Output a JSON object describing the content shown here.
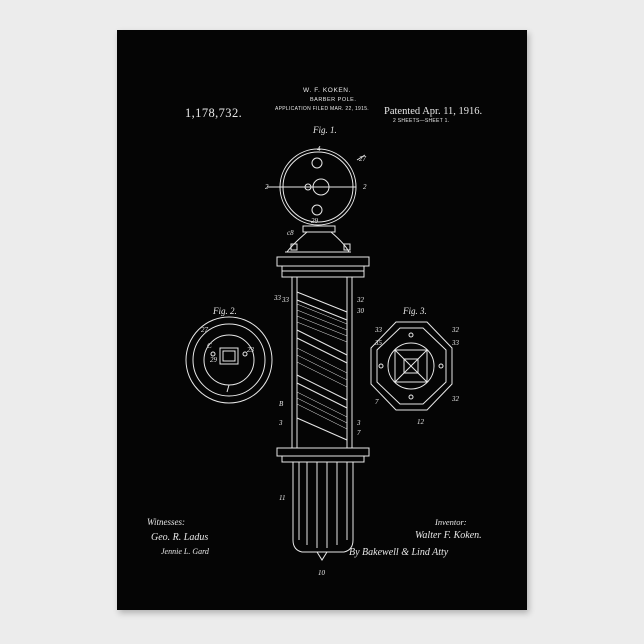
{
  "patent": {
    "number": "1,178,732.",
    "inventor_header": "W. F. KOKEN.",
    "subject": "BARBER POLE.",
    "filed": "APPLICATION FILED MAR. 22, 1915.",
    "patented": "Patented Apr. 11, 1916.",
    "sheets": "2 SHEETS—SHEET 1."
  },
  "figures": {
    "fig1": "Fig. 1.",
    "fig2": "Fig. 2.",
    "fig3": "Fig. 3."
  },
  "signatures": {
    "witnesses_label": "Witnesses:",
    "witness_1": "Geo. R. Ladus",
    "witness_2": "Jennie L. Gard",
    "inventor_label": "Inventor:",
    "inventor": "Walter F. Koken.",
    "attorney": "By Bakewell & Lind Atty"
  },
  "colors": {
    "poster_background": "#050505",
    "line_work": "#e8e8e8",
    "page_background": "#ececec"
  }
}
